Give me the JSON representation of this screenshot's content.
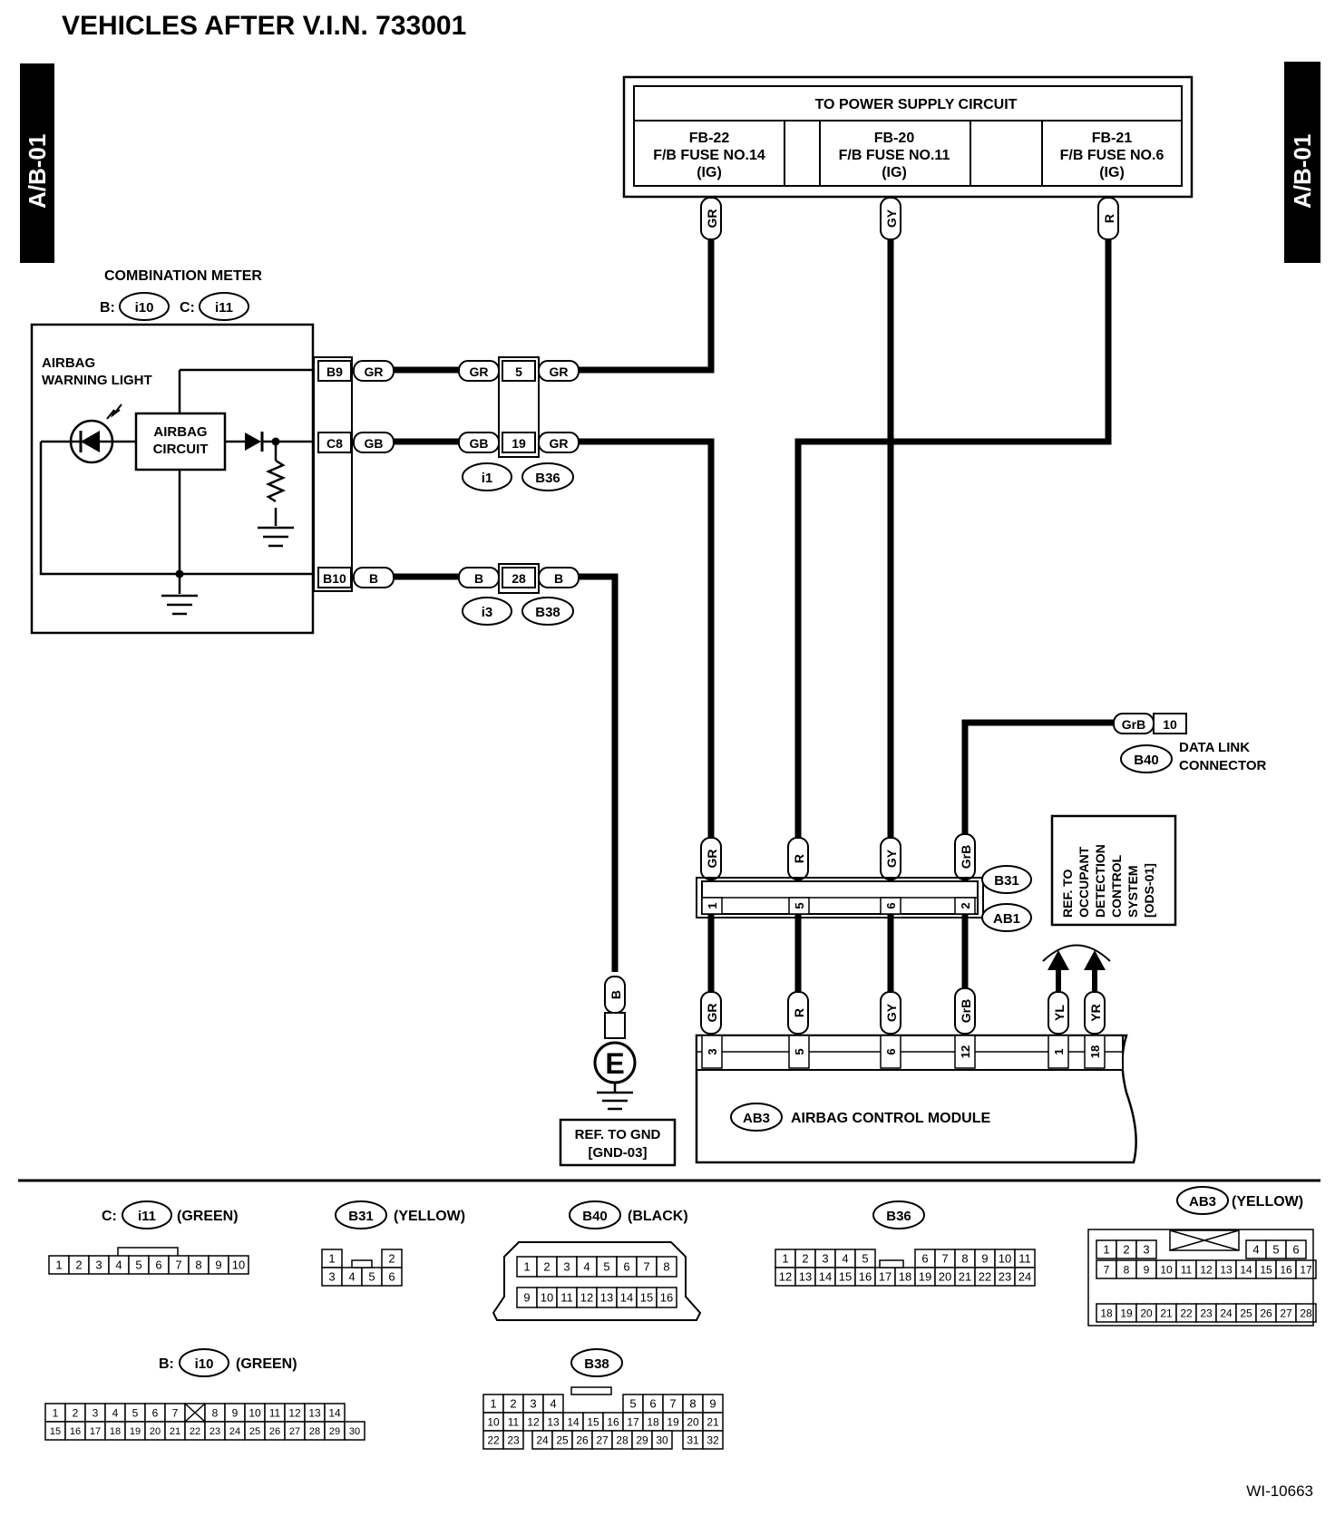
{
  "title": "VEHICLES AFTER V.I.N. 733001",
  "side_tab": "A/B-01",
  "figure_id": "WI-10663",
  "power_supply": {
    "title": "TO POWER SUPPLY CIRCUIT",
    "fuses": [
      {
        "id": "FB-22",
        "fuse": "F/B FUSE NO.14",
        "ig": "(IG)"
      },
      {
        "id": "FB-20",
        "fuse": "F/B FUSE NO.11",
        "ig": "(IG)"
      },
      {
        "id": "FB-21",
        "fuse": "F/B FUSE NO.6",
        "ig": "(IG)"
      }
    ]
  },
  "meter": {
    "title": "COMBINATION METER",
    "b_prefix": "B:",
    "b_conn": "i10",
    "c_prefix": "C:",
    "c_conn": "i11",
    "light_label_1": "AIRBAG",
    "light_label_2": "WARNING LIGHT",
    "circuit_1": "AIRBAG",
    "circuit_2": "CIRCUIT",
    "pins": [
      "B9",
      "C8",
      "B10"
    ]
  },
  "wires": {
    "gr": "GR",
    "gb": "GB",
    "b": "B",
    "gy": "GY",
    "r": "R",
    "grb": "GrB",
    "yl": "YL",
    "yr": "YR"
  },
  "mid_connectors": {
    "pins": [
      "5",
      "19",
      "28"
    ],
    "i1": "i1",
    "b36": "B36",
    "i3": "i3",
    "b38": "B38"
  },
  "ground": {
    "symbol": "E",
    "ref_1": "REF. TO GND",
    "ref_2": "[GND-03]"
  },
  "data_link": {
    "wire": "GrB",
    "pin": "10",
    "conn": "B40",
    "label_1": "DATA LINK",
    "label_2": "CONNECTOR"
  },
  "ods_ref": [
    "REF. TO",
    "OCCUPANT",
    "DETECTION",
    "CONTROL",
    "SYSTEM",
    "[ODS-01]"
  ],
  "b31_ab1": {
    "pins": [
      "1",
      "5",
      "6",
      "2"
    ],
    "b31": "B31",
    "ab1": "AB1"
  },
  "module": {
    "conn": "AB3",
    "title": "AIRBAG CONTROL MODULE",
    "pins": [
      "3",
      "5",
      "6",
      "12",
      "1",
      "18"
    ]
  },
  "connector_views": {
    "c_i11": {
      "prefix": "C:",
      "id": "i11",
      "color": "(GREEN)"
    },
    "b31": {
      "id": "B31",
      "color": "(YELLOW)"
    },
    "b40": {
      "id": "B40",
      "color": "(BLACK)"
    },
    "b36": {
      "id": "B36"
    },
    "ab3": {
      "id": "AB3",
      "color": "(YELLOW)"
    },
    "b_i10": {
      "prefix": "B:",
      "id": "i10",
      "color": "(GREEN)"
    },
    "b38": {
      "id": "B38"
    }
  }
}
